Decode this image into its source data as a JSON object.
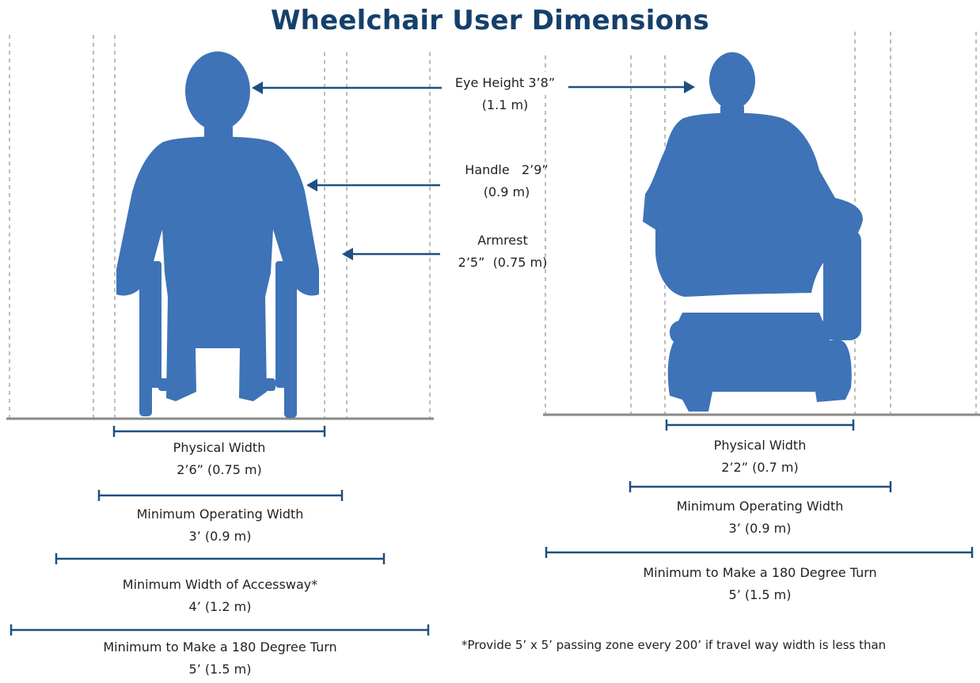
{
  "title": "Wheelchair User Dimensions",
  "colors": {
    "title": "#15406b",
    "figure": "#3e73b8",
    "arrow": "#1f4f82",
    "guide": "#bdbdbd",
    "ground": "#8a8a8a"
  },
  "icons": [
    "manual-wheelchair-user-silhouette",
    "scooter-user-silhouette"
  ],
  "callouts": {
    "eye_height": {
      "line1": "Eye Height 3’8”",
      "line2": "(1.1 m)"
    },
    "handle": {
      "line1": "Handle   2’9”",
      "line2": "(0.9 m)"
    },
    "armrest": {
      "line1": "Armrest",
      "line2": "2’5”  (0.75 m)"
    }
  },
  "left": {
    "physical_width": {
      "label": "Physical Width",
      "value": "2’6” (0.75 m)"
    },
    "min_operating_width": {
      "label": "Minimum Operating Width",
      "value": "3’ (0.9 m)"
    },
    "min_accessway_width": {
      "label": "Minimum Width of Accessway*",
      "value": "4’ (1.2 m)"
    },
    "min_turn": {
      "label": "Minimum to Make a 180 Degree Turn",
      "value": "5’ (1.5 m)"
    }
  },
  "right": {
    "physical_width": {
      "label": "Physical Width",
      "value": "2’2” (0.7 m)"
    },
    "min_operating_width": {
      "label": "Minimum Operating Width",
      "value": "3’ (0.9 m)"
    },
    "min_turn": {
      "label": "Minimum to Make a 180 Degree Turn",
      "value": "5’ (1.5 m)"
    }
  },
  "footnote": "*Provide 5’ x 5’ passing zone every 200’ if travel way width is less than"
}
